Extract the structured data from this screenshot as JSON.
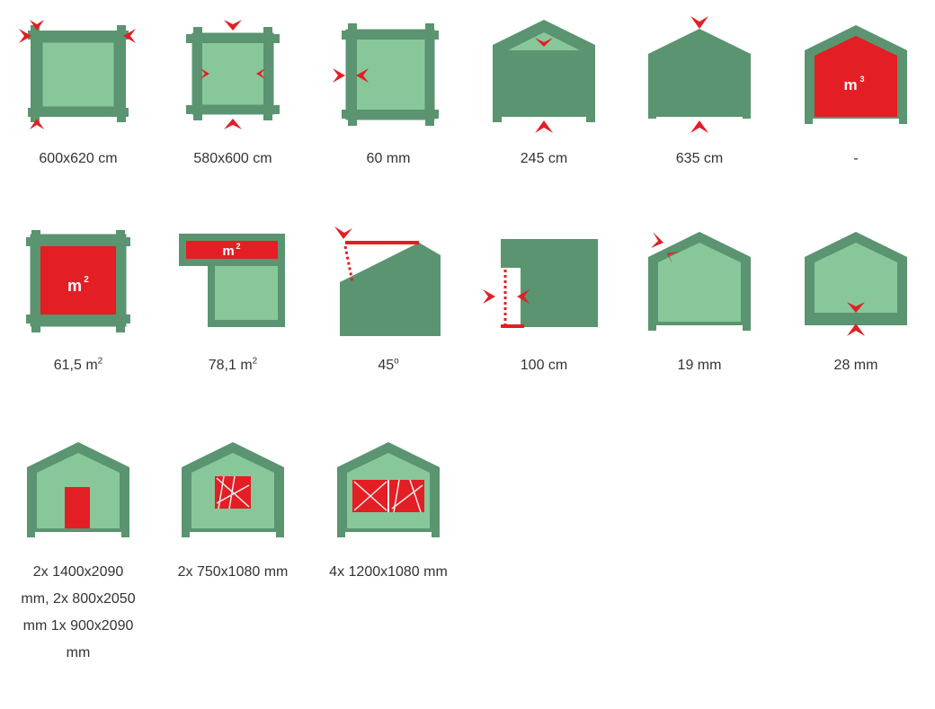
{
  "colors": {
    "frame": "#5a9470",
    "fill": "#87c79a",
    "accent": "#e31e24",
    "text": "#333333"
  },
  "items": [
    {
      "label": "600x620 cm",
      "icon": "foundation-outer-size-icon"
    },
    {
      "label": "580x600 cm",
      "icon": "inner-size-icon"
    },
    {
      "label": "60 mm",
      "icon": "wall-thickness-icon"
    },
    {
      "label": "245 cm",
      "icon": "wall-height-icon"
    },
    {
      "label": "635 cm",
      "icon": "ridge-height-icon"
    },
    {
      "label": "-",
      "icon": "volume-icon",
      "icon_text": "m",
      "icon_sup": "3"
    },
    {
      "label": "61,5 m",
      "label_sup": "2",
      "icon": "floor-area-icon",
      "icon_text": "m",
      "icon_sup": "2"
    },
    {
      "label": "78,1 m",
      "label_sup": "2",
      "icon": "total-area-icon",
      "icon_text": "m",
      "icon_sup": "2"
    },
    {
      "label": "45",
      "label_sup": "o",
      "icon": "roof-pitch-icon"
    },
    {
      "label": "100 cm",
      "icon": "overhang-icon"
    },
    {
      "label": "19 mm",
      "icon": "roof-thickness-icon"
    },
    {
      "label": "28 mm",
      "icon": "floor-thickness-icon"
    },
    {
      "label": "2x 1400x2090 mm, 2x 800x2050 mm 1x 900x2090 mm",
      "icon": "door-icon"
    },
    {
      "label": "2x 750x1080 mm",
      "icon": "window-icon"
    },
    {
      "label": "4x 1200x1080 mm",
      "icon": "double-window-icon"
    }
  ]
}
